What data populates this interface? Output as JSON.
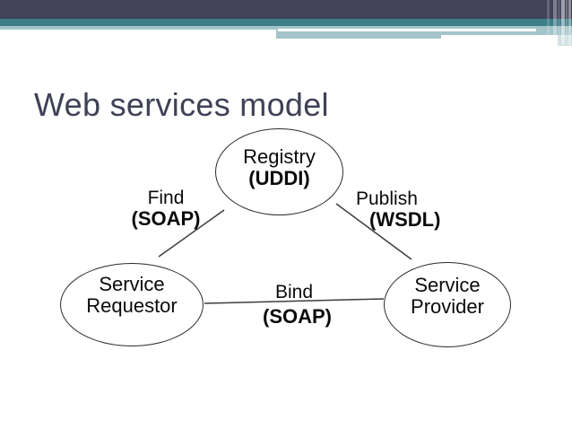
{
  "title": "Web services model",
  "colors": {
    "header_dark": "#424359",
    "header_teal": "#3E7E88",
    "header_light_teal": "#A4C4C9",
    "title_text": "#3F4156",
    "node_outline": "#2B2B2B",
    "connector": "#3D3D3D"
  },
  "diagram": {
    "nodes": {
      "registry": {
        "line1": "Registry",
        "line2": "(UDDI)"
      },
      "requestor": {
        "line1": "Service",
        "line2": "Requestor"
      },
      "provider": {
        "line1": "Service",
        "line2": "Provider"
      }
    },
    "edges": {
      "find": {
        "action": "Find",
        "protocol": "(SOAP)"
      },
      "publish": {
        "action": "Publish",
        "protocol": "(WSDL)"
      },
      "bind": {
        "action": "Bind",
        "protocol": "(SOAP)"
      }
    }
  }
}
